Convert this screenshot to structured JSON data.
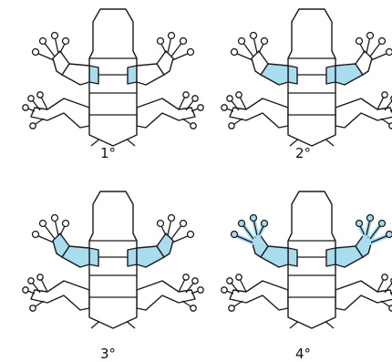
{
  "colors": {
    "outline": "#1a1a1a",
    "background": "#ffffff",
    "burn": "#a9dcef"
  },
  "panels": [
    {
      "label": "1°",
      "burned_segments": [
        "left-arm",
        "right-arm"
      ]
    },
    {
      "label": "2°",
      "burned_segments": [
        "left-arm",
        "right-arm",
        "left-forearm",
        "right-forearm"
      ]
    },
    {
      "label": "3°",
      "burned_segments": [
        "left-arm",
        "right-arm",
        "left-forearm",
        "right-forearm",
        "left-hand",
        "right-hand"
      ]
    },
    {
      "label": "4°",
      "burned_segments": [
        "left-arm",
        "right-arm",
        "left-forearm",
        "right-forearm",
        "left-hand",
        "right-hand",
        "left-fingers",
        "right-fingers"
      ]
    }
  ]
}
